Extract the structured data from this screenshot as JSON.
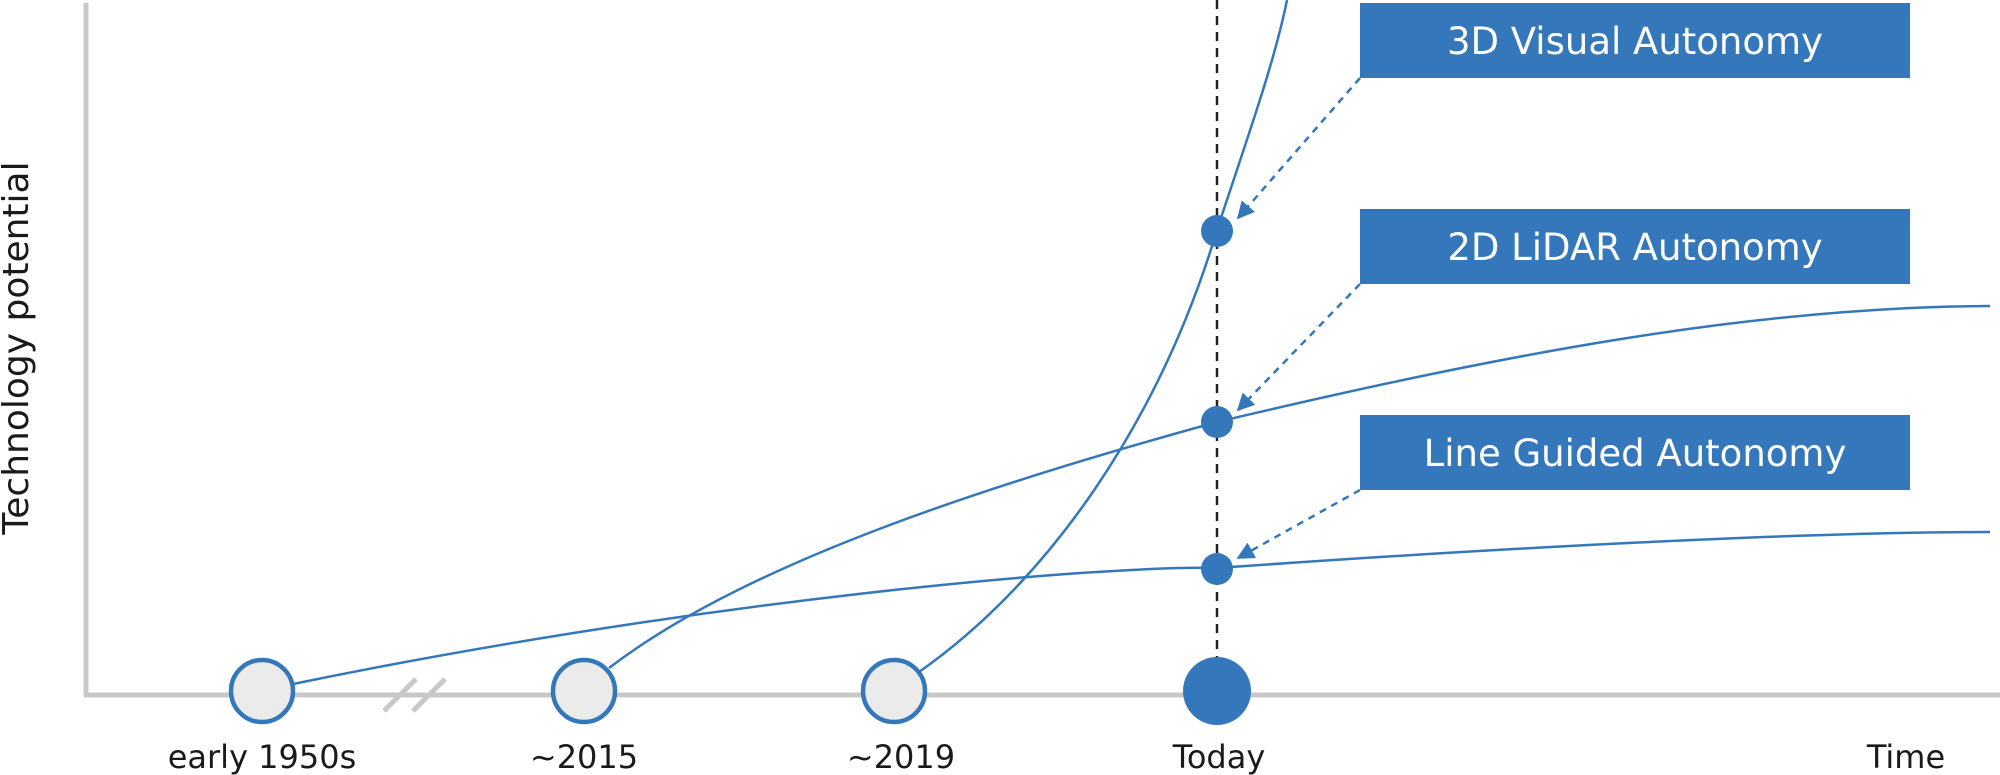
{
  "diagram": {
    "y_axis_label": "Technology potential",
    "x_axis_end_label": "Time",
    "timeline": [
      {
        "label": "early 1950s"
      },
      {
        "label": "~2015"
      },
      {
        "label": "~2019"
      },
      {
        "label": "Today"
      }
    ],
    "technologies": [
      {
        "label": "3D Visual Autonomy"
      },
      {
        "label": "2D LiDAR Autonomy"
      },
      {
        "label": "Line Guided Autonomy"
      }
    ],
    "colors": {
      "accent": "#3478BB",
      "axis": "#C8C8C8",
      "origin_fill": "#EBEBEB",
      "text": "#1A1A1A"
    }
  }
}
